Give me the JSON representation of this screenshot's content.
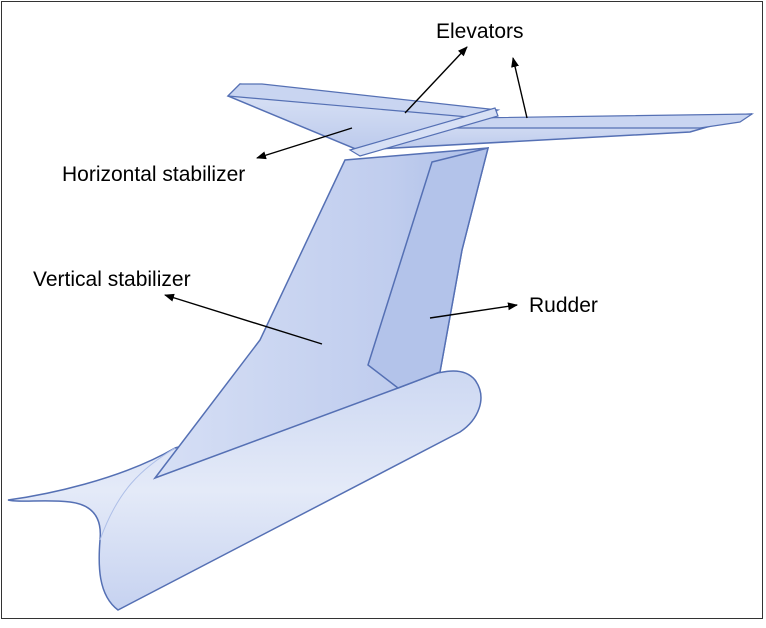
{
  "labels": {
    "elevators": "Elevators",
    "horizontal_stabilizer": "Horizontal stabilizer",
    "vertical_stabilizer": "Vertical stabilizer",
    "rudder": "Rudder"
  },
  "colors": {
    "fill_light": "#dce4f6",
    "fill_mid": "#c3d0ef",
    "fill_dark": "#aebfe8",
    "outline": "#5570b4",
    "arrow": "#000000",
    "frame": "#333333"
  }
}
